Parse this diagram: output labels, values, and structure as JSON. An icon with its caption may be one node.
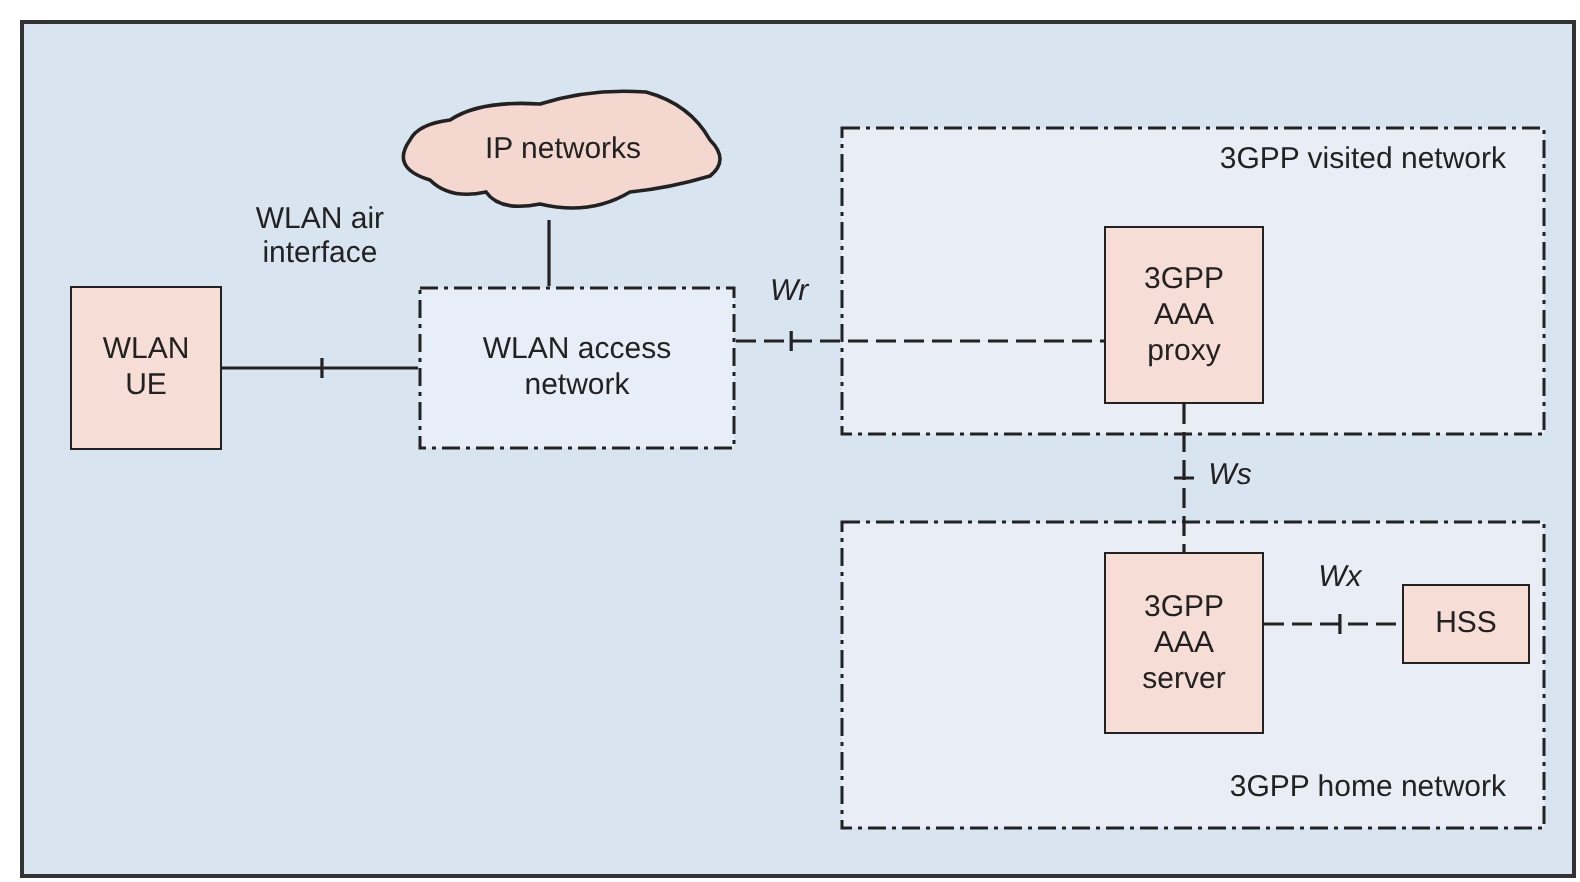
{
  "diagram": {
    "nodes": [
      {
        "text": [
          "WLAN UE"
        ]
      },
      {
        "text": [
          "IP networks"
        ]
      },
      {
        "text": [
          "WLAN access network"
        ]
      },
      {
        "text": [
          "3GPP visited network"
        ]
      },
      {
        "text": [
          "3GPP AAA proxy"
        ],
        "in": 3
      },
      {
        "text": [
          "3GPP home network"
        ]
      },
      {
        "text": [
          "3GPP AAA server"
        ],
        "in": 5
      },
      {
        "text": [
          "HSS"
        ],
        "in": 5
      }
    ],
    "edges": [
      {
        "from": 0,
        "to": 2,
        "arrow": "none",
        "label": "WLAN air interface"
      },
      {
        "from": 1,
        "to": 2,
        "arrow": "none"
      },
      {
        "from": 2,
        "to": 4,
        "arrow": "none",
        "label": "Wr",
        "style": "dashed"
      },
      {
        "from": 4,
        "to": 6,
        "arrow": "none",
        "label": "Ws",
        "style": "dashed"
      },
      {
        "from": 6,
        "to": 7,
        "arrow": "none",
        "label": "Wx",
        "style": "dashed"
      }
    ]
  }
}
